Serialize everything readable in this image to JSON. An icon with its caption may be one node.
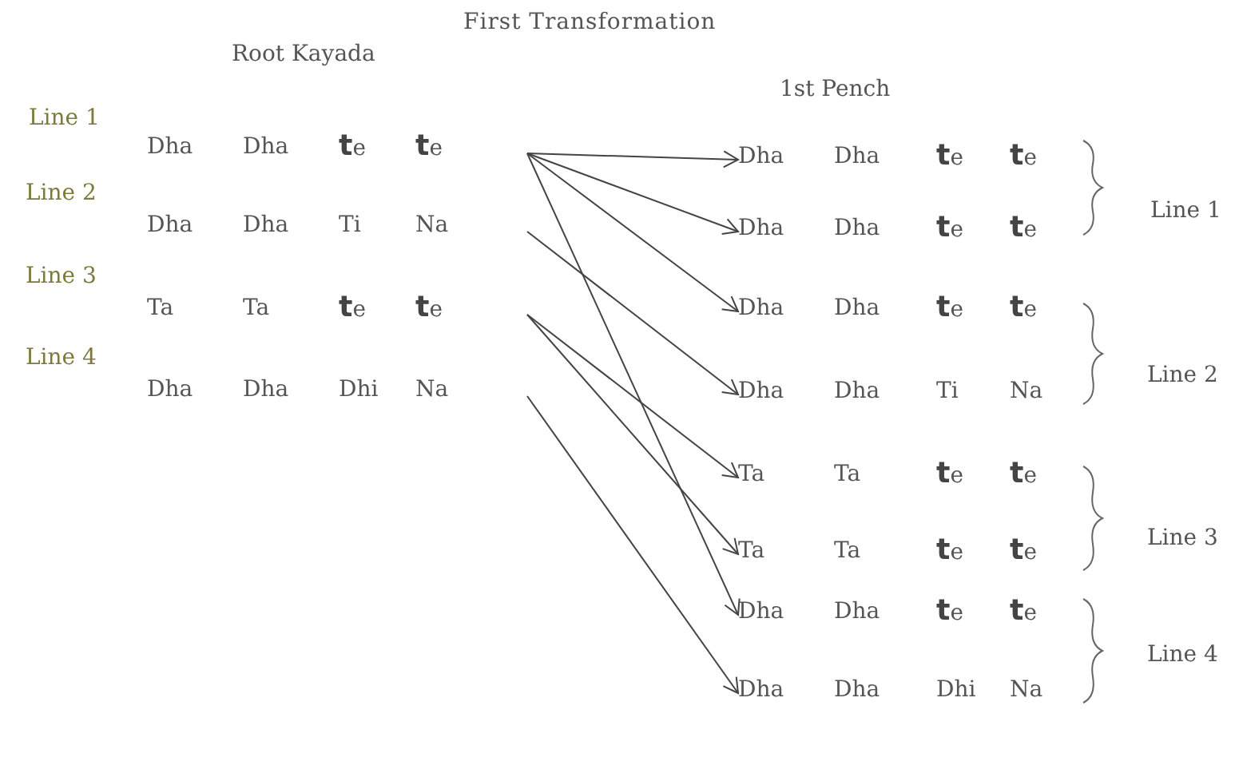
{
  "diagram": {
    "title": "First Transformation",
    "nodes": [
      {
        "text": [
          "Dha",
          "Dha",
          "**t**e",
          "**t**e"
        ]
      },
      {
        "text": [
          "Dha",
          "Dha",
          "Ti",
          "Na"
        ]
      },
      {
        "text": [
          "Ta",
          "Ta",
          "**t**e",
          "**t**e"
        ]
      },
      {
        "text": [
          "Dha",
          "Dha",
          "Dhi",
          "Na"
        ]
      },
      {
        "text": [
          "Dha",
          "Dha",
          "**t**e",
          "**t**e"
        ]
      },
      {
        "text": [
          "Dha",
          "Dha",
          "**t**e",
          "**t**e"
        ]
      },
      {
        "text": [
          "Dha",
          "Dha",
          "**t**e",
          "**t**e"
        ]
      },
      {
        "text": [
          "Dha",
          "Dha",
          "Ti",
          "Na"
        ]
      },
      {
        "text": [
          "Ta",
          "Ta",
          "**t**e",
          "**t**e"
        ]
      },
      {
        "text": [
          "Ta",
          "Ta",
          "**t**e",
          "**t**e"
        ]
      },
      {
        "text": [
          "Dha",
          "Dha",
          "**t**e",
          "**t**e"
        ]
      },
      {
        "text": [
          "Dha",
          "Dha",
          "Dhi",
          "Na"
        ]
      }
    ],
    "edges": [
      {
        "from": 0,
        "to": 4,
        "arrow": "to"
      },
      {
        "from": 0,
        "to": 5,
        "arrow": "to"
      },
      {
        "from": 0,
        "to": 6,
        "arrow": "to"
      },
      {
        "from": 0,
        "to": 10,
        "arrow": "to"
      },
      {
        "from": 1,
        "to": 7,
        "arrow": "to"
      },
      {
        "from": 2,
        "to": 8,
        "arrow": "to"
      },
      {
        "from": 2,
        "to": 9,
        "arrow": "to"
      },
      {
        "from": 3,
        "to": 11,
        "arrow": "to"
      }
    ],
    "labels": [
      "Root Kayada",
      "1st Pench",
      "Line 1",
      "Line 2",
      "Line 3",
      "Line 4",
      "Line 1",
      "Line 2",
      "Line 3",
      "Line 4"
    ]
  }
}
